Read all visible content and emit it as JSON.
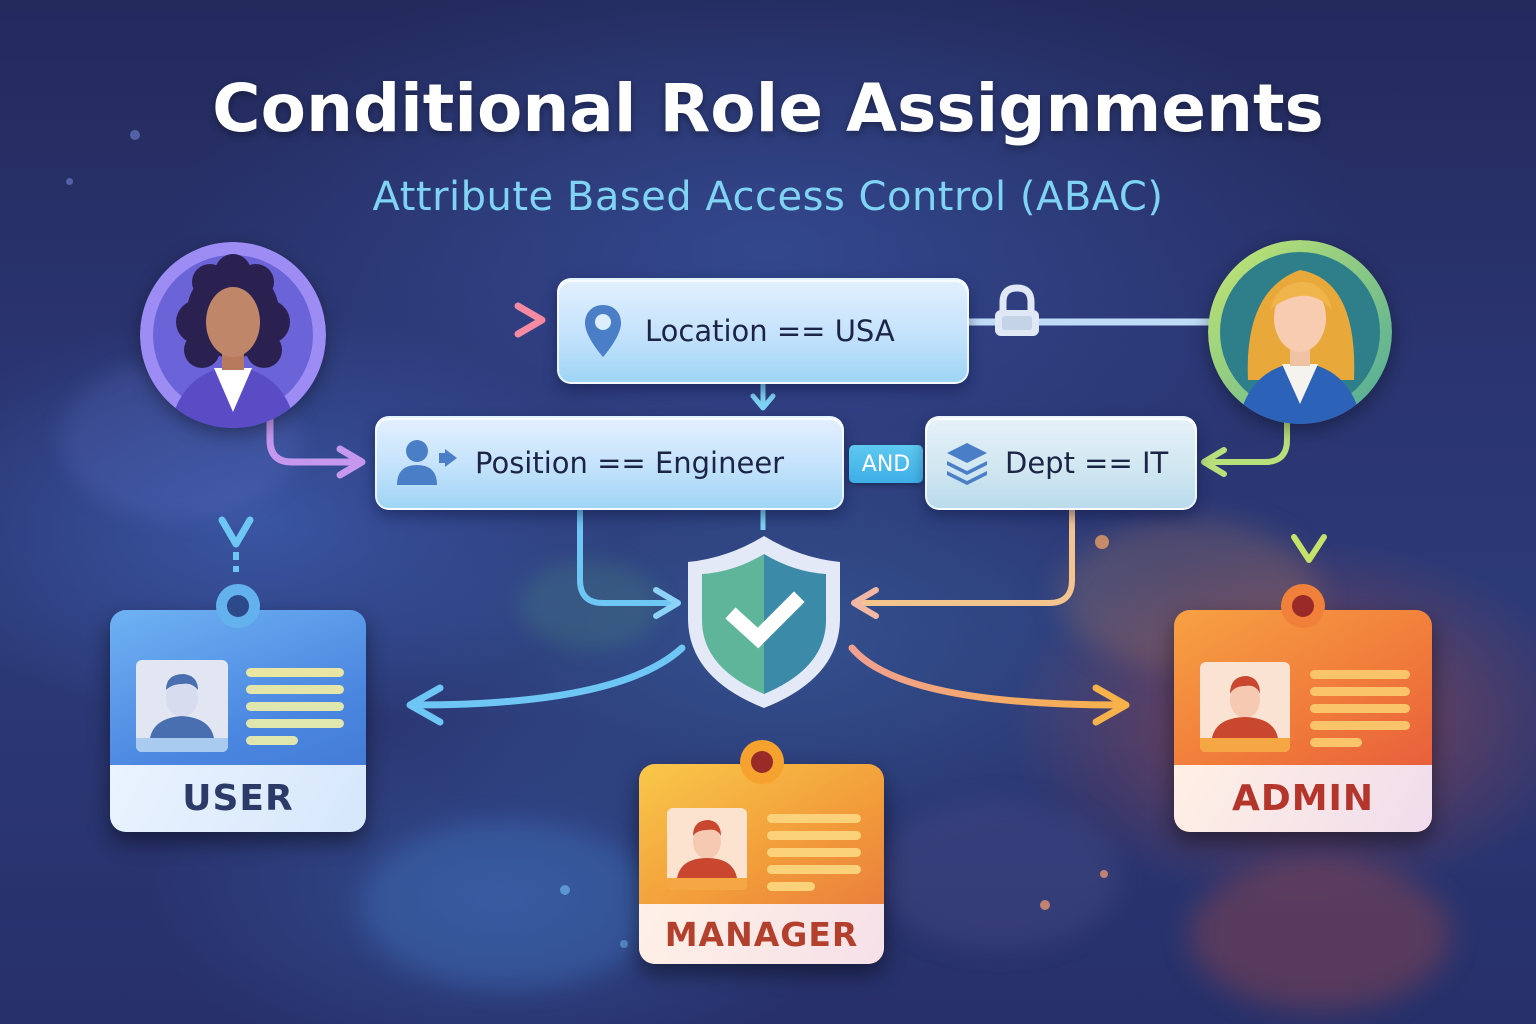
{
  "header": {
    "title": "Conditional Role Assignments",
    "subtitle": "Attribute Based Access Control (ABAC)"
  },
  "colors": {
    "background_top": "#232a5c",
    "background_mid": "#2c3a78",
    "title": "#ffffff",
    "subtitle": "#7fd3f3",
    "condition_text": "#1d2547",
    "and_badge": "#4bbbea",
    "user_role": "#4a86e0",
    "manager_role": "#f2a23a",
    "admin_role": "#ee6a3a",
    "arrow_pink": "#f28aa8",
    "arrow_purple": "#c598ee",
    "arrow_blue": "#6ec6f5",
    "arrow_green": "#b7e07a",
    "arrow_orange": "#f7b24a",
    "shield_green": "#5fb59a",
    "shield_teal": "#3d8fae"
  },
  "people": [
    {
      "id": "person-left",
      "description": "woman with curly dark hair",
      "ring_color": "#8a7ce8"
    },
    {
      "id": "person-right",
      "description": "woman with long blonde hair",
      "ring_color": "#8fd07a"
    }
  ],
  "conditions": [
    {
      "id": "location",
      "icon": "map-pin-icon",
      "label": "Location == USA"
    },
    {
      "id": "position",
      "icon": "user-arrow-icon",
      "label": "Position == Engineer"
    },
    {
      "id": "dept",
      "icon": "layers-stack-icon",
      "label": "Dept == IT"
    }
  ],
  "operator": {
    "label": "AND"
  },
  "decision": {
    "icon": "shield-check-icon"
  },
  "lock": {
    "icon": "lock-icon"
  },
  "roles": [
    {
      "id": "user",
      "label": "USER"
    },
    {
      "id": "manager",
      "label": "MANAGER"
    },
    {
      "id": "admin",
      "label": "ADMIN"
    }
  ]
}
